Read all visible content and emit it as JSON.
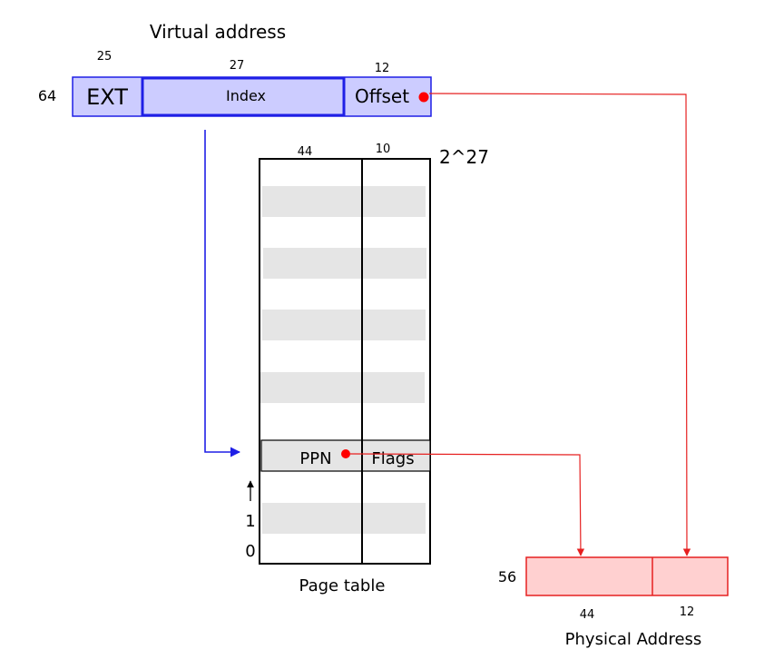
{
  "virtual": {
    "title": "Virtual address",
    "total_bits": "64",
    "fields": [
      {
        "label": "EXT",
        "bits": "25"
      },
      {
        "label": "Index",
        "bits": "27"
      },
      {
        "label": "Offset",
        "bits": "12"
      }
    ]
  },
  "page_table": {
    "title": "Page table",
    "entries": "2^27",
    "col_bits": [
      "44",
      "10"
    ],
    "entry": {
      "ppn": "PPN",
      "flags": "Flags"
    },
    "row_labels": [
      "1",
      "0"
    ]
  },
  "physical": {
    "title": "Physical Address",
    "total_bits": "56",
    "fields": [
      {
        "bits": "44"
      },
      {
        "bits": "12"
      }
    ]
  },
  "colors": {
    "virtual_fill": "#ccccff",
    "virtual_stroke": "#1f1fe6",
    "index_arrow": "#1f1fe6",
    "physical_fill": "#ffd0d0",
    "physical_stroke": "#e62020",
    "red_arrow": "#e62020",
    "row_fill": "#e5e5e5"
  }
}
